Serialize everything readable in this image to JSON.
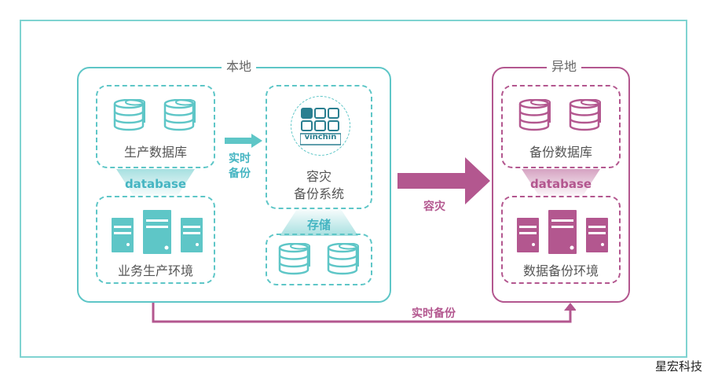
{
  "local": {
    "title": "本地",
    "prod_db_label": "生产数据库",
    "db_tag": "database",
    "prod_env_label": "业务生产环境",
    "realtime_label_1": "实时",
    "realtime_label_2": "备份",
    "dr_system_line1": "容灾",
    "dr_system_line2": "备份系统",
    "logo_text": "vinchin",
    "storage_tag": "存储"
  },
  "transfer": {
    "dr_label": "容灾",
    "bottom_label": "实时备份"
  },
  "remote": {
    "title": "异地",
    "backup_db_label": "备份数据库",
    "db_tag": "database",
    "backup_env_label": "数据备份环境"
  },
  "watermark": "星宏科技",
  "colors": {
    "teal": "#5ec6c7",
    "teal_dark": "#45b5c2",
    "magenta": "#b3578f",
    "frame": "#7fd3d1"
  }
}
